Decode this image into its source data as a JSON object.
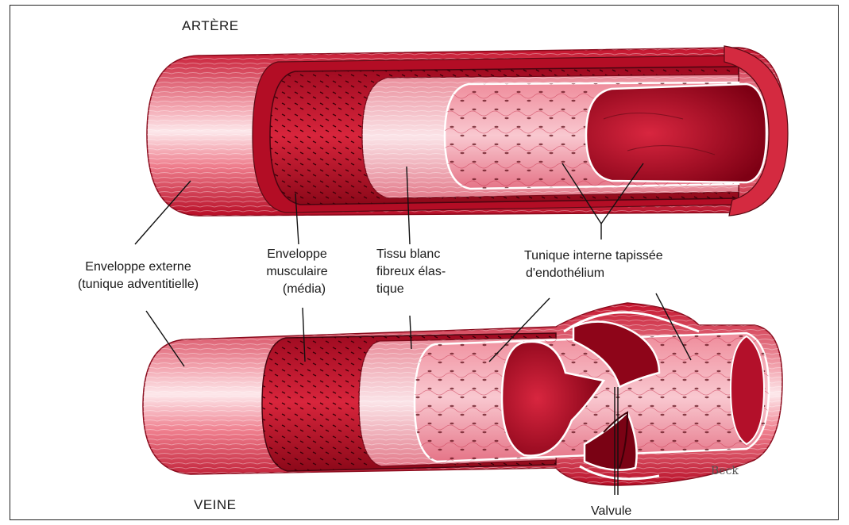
{
  "titles": {
    "artery": "ARTÈRE",
    "vein": "VEINE"
  },
  "labels": {
    "outer_envelope": [
      "Enveloppe externe",
      "(tunique adventitielle)"
    ],
    "muscular_envelope": [
      "Enveloppe",
      "musculaire",
      "(média)"
    ],
    "white_tissue": [
      "Tissu blanc",
      "fibreux élas-",
      "tique"
    ],
    "inner_tunic": [
      "Tunique interne tapissée",
      "d'endothélium"
    ],
    "valve": "Valvule"
  },
  "signature": "Beck",
  "colors": {
    "adventitia": "#e0303f",
    "muscle": "#c8102e",
    "elastic": "#f4c6cc",
    "intima": "#f7b6c0",
    "lumen": "#a5001c",
    "outline": "#5a0a14"
  }
}
